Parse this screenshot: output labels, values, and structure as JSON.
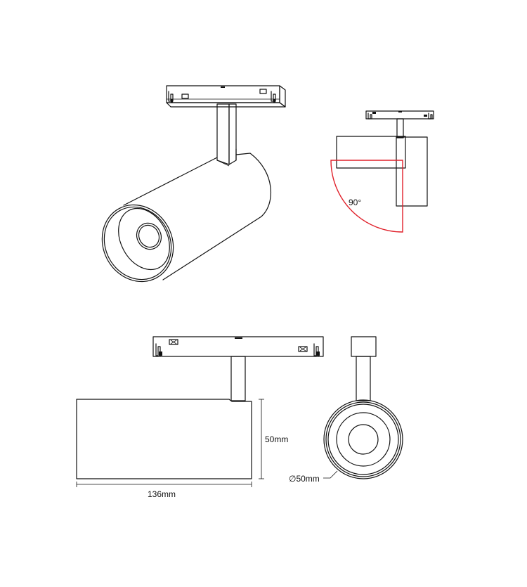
{
  "annotations": {
    "angle_label": "90°",
    "height_label": "50mm",
    "length_label": "136mm",
    "diameter_label": "∅50mm"
  },
  "colors": {
    "line": "#111111",
    "rotation_arc": "#e0202a",
    "background": "#ffffff"
  }
}
